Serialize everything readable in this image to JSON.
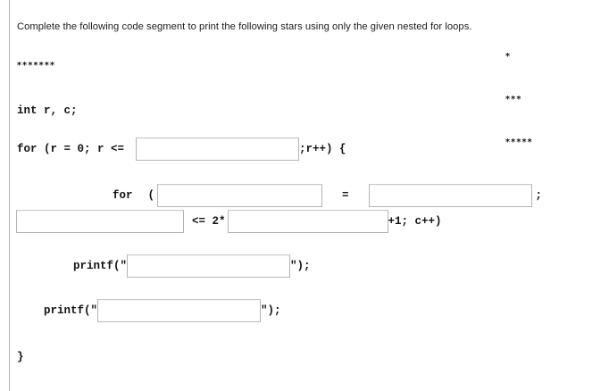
{
  "question": {
    "prompt": "Complete the following code segment to print the following stars using only the given nested for loops."
  },
  "pattern": {
    "rows": [
      "*",
      "***",
      "*****"
    ],
    "extra_row": "*******"
  },
  "code": {
    "declaration": "int r, c;",
    "outer_for": {
      "prefix": "for (r = 0; r <=",
      "suffix": ";r++) {",
      "blank_value": "",
      "blank_placeholder": ""
    },
    "inner_for": {
      "keyword": "for",
      "open_paren": "(",
      "equals": "=",
      "semicolon": ";",
      "compare": "<= 2*",
      "tail": "+1; c++)",
      "blank_init_var_value": "",
      "blank_init_expr_value": "",
      "blank_cond_var_value": "",
      "blank_cond_expr_value": ""
    },
    "printf_inner": {
      "prefix": "printf(\"",
      "suffix": "\");",
      "blank_value": ""
    },
    "printf_outer": {
      "prefix": "printf(\"",
      "suffix": "\");",
      "blank_value": ""
    },
    "closing_brace": "}"
  },
  "colors": {
    "rule": "#b9b9b9",
    "input_border": "#b4b4b4",
    "text": "#1a1a1a",
    "background": "#ffffff"
  }
}
